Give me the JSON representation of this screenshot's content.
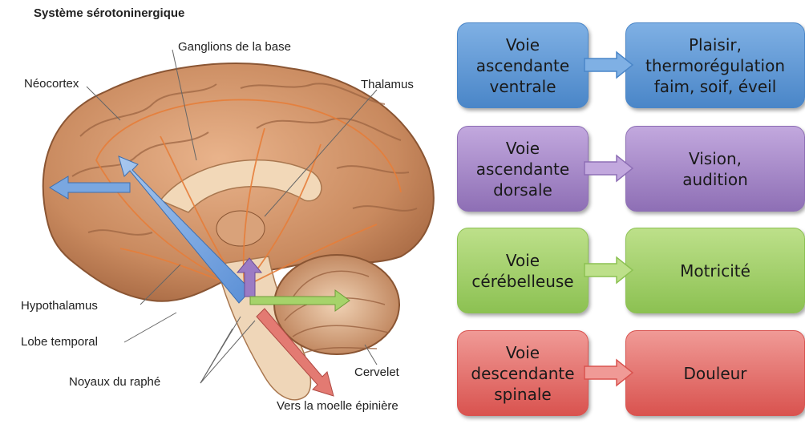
{
  "brain": {
    "title": "Système sérotoninergique",
    "labels": {
      "ganglions": "Ganglions de la base",
      "neocortex": "Néocortex",
      "thalamus": "Thalamus",
      "hypothalamus": "Hypothalamus",
      "lobe_temporal": "Lobe temporal",
      "noyaux": "Noyaux du raphé",
      "cervelet": "Cervelet",
      "moelle": "Vers la moelle épinière"
    }
  },
  "pathways": [
    {
      "source": "Voie\nascendante\nventrale",
      "target": "Plaisir,\nthermorégulation\nfaim, soif, éveil",
      "color": "#4a86c8",
      "color_light": "#7fb0e4"
    },
    {
      "source": "Voie\nascendante\ndorsale",
      "target": "Vision,\naudition",
      "color": "#8e6fb5",
      "color_light": "#c2a8de"
    },
    {
      "source": "Voie\ncérébelleuse",
      "target": "Motricité",
      "color": "#8cc152",
      "color_light": "#bde08a"
    },
    {
      "source": "Voie\ndescendante\nspinale",
      "target": "Douleur",
      "color": "#d9534f",
      "color_light": "#f09a96"
    }
  ]
}
